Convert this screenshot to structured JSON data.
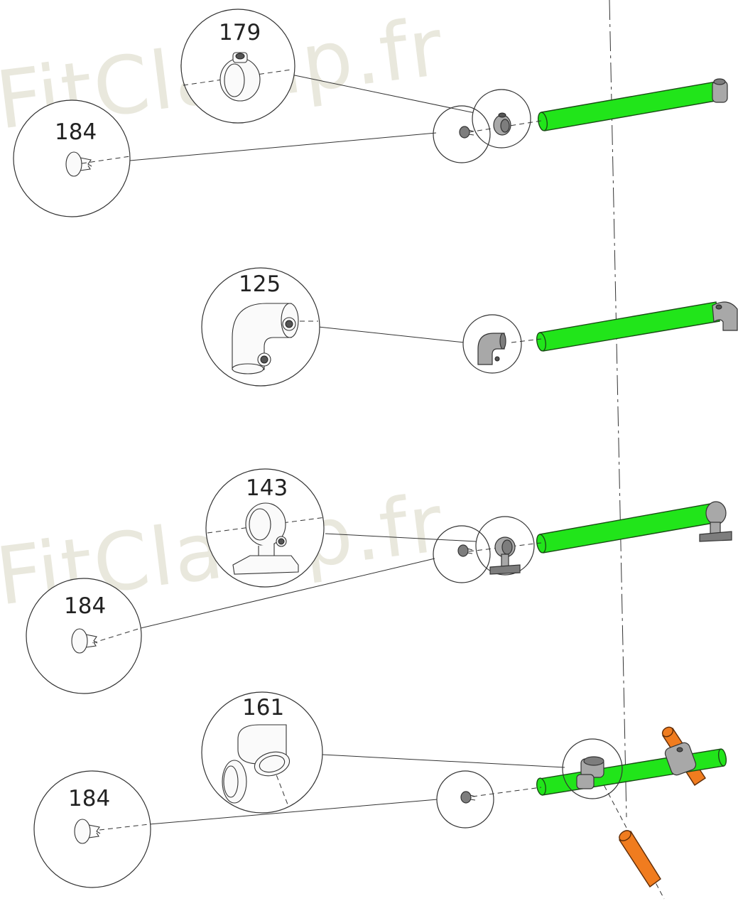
{
  "watermark": "FitClamp.fr",
  "callouts": {
    "a179": "179",
    "a184_top": "184",
    "a125": "125",
    "a143": "143",
    "a184_mid": "184",
    "a161": "161",
    "a184_bot": "184"
  },
  "colors": {
    "tube_green": "#21e51a",
    "tube_orange": "#f07c1f",
    "fitting_grey": "#a8a8a8",
    "watermark": "#e9e8dd"
  }
}
